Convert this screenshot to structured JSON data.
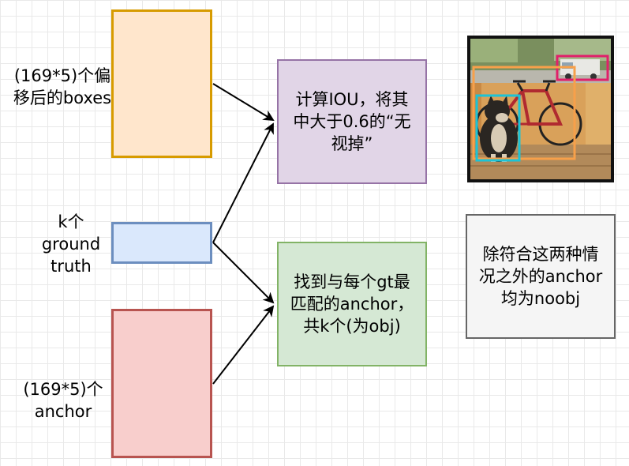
{
  "inputs": {
    "offset_boxes_label": "(169*5)个偏\n移后的boxes",
    "ground_truth_label": "k个\nground\ntruth",
    "anchor_label": "(169*5)个\nanchor"
  },
  "process": {
    "iou_text": "计算IOU，将其\n中大于0.6的“无\n视掉”",
    "match_text": "找到与每个gt最\n匹配的anchor，\n共k个(为obj)",
    "noobj_text": "除符合这两种情\n况之外的anchor\n均为noobj"
  },
  "colors": {
    "orange_fill": "#ffe6cc",
    "orange_stroke": "#d79b00",
    "blue_fill": "#dae8fc",
    "blue_stroke": "#6c8ebf",
    "red_fill": "#f8cecc",
    "red_stroke": "#b85450",
    "purple_fill": "#e1d5e7",
    "purple_stroke": "#9673a6",
    "green_fill": "#d5e8d4",
    "green_stroke": "#82b366",
    "gray_fill": "#f5f5f5",
    "gray_stroke": "#666666",
    "bbox_pink": "#e0206a",
    "bbox_orange": "#f7a04a",
    "bbox_cyan": "#1cc3d6"
  },
  "image": {
    "icon": "dog-bicycle-detection-photo"
  }
}
